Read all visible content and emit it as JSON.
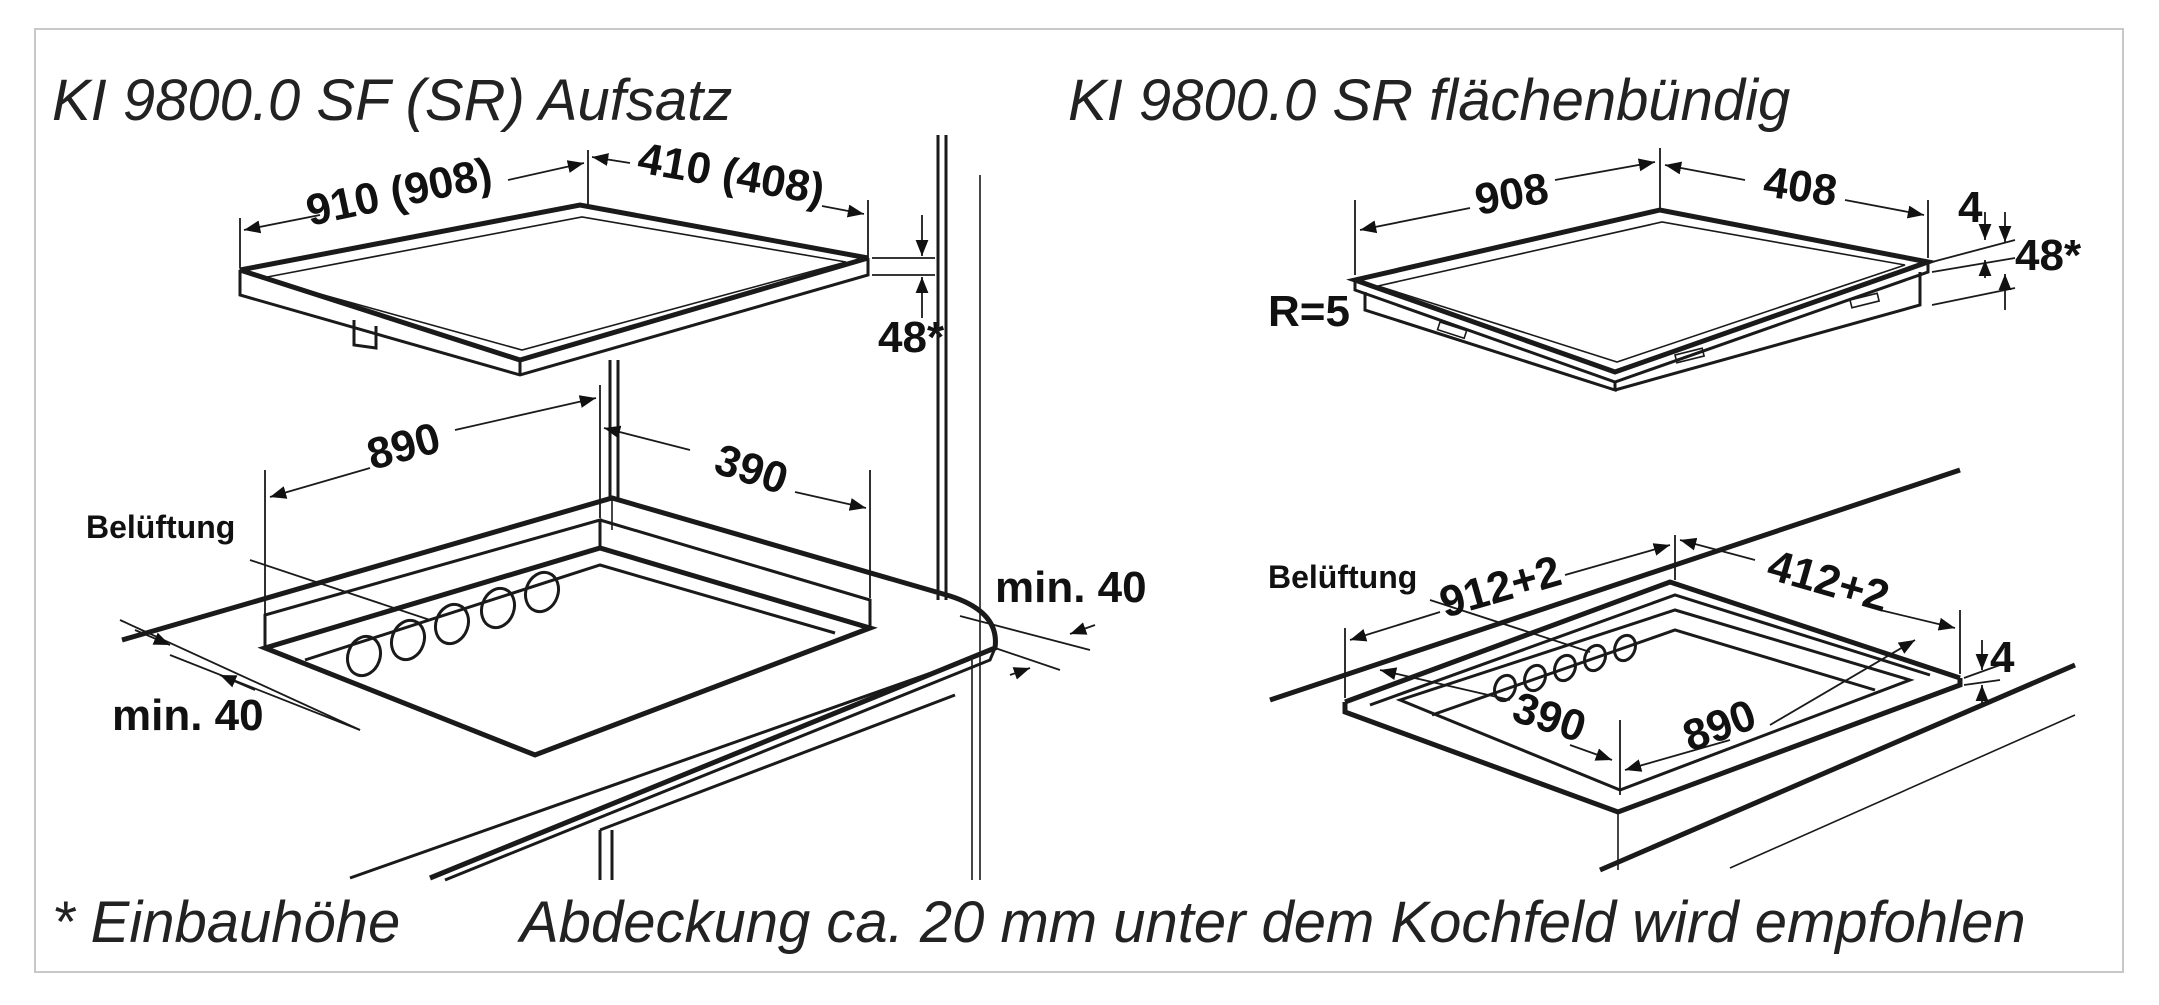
{
  "titles": {
    "left": "KI 9800.0 SF (SR) Aufsatz",
    "right": "KI 9800.0 SR flächenbündig"
  },
  "footer": {
    "note": "* Einbauhöhe",
    "recommendation": "Abdeckung ca. 20 mm unter dem Kochfeld wird empfohlen"
  },
  "left_drawing": {
    "hob_width": "910 (908)",
    "hob_depth": "410 (408)",
    "hob_height": "48*",
    "cutout_width": "890",
    "cutout_depth": "390",
    "ventilation": "Belüftung",
    "min_front": "min. 40",
    "min_back": "min. 40"
  },
  "right_drawing": {
    "hob_width": "908",
    "hob_depth": "408",
    "rim": "4",
    "hob_height": "48*",
    "radius": "R=5",
    "ventilation": "Belüftung",
    "outer_width": "912+2",
    "outer_depth": "412+2",
    "step_depth": "4",
    "cutout_width": "890",
    "cutout_depth": "390"
  }
}
